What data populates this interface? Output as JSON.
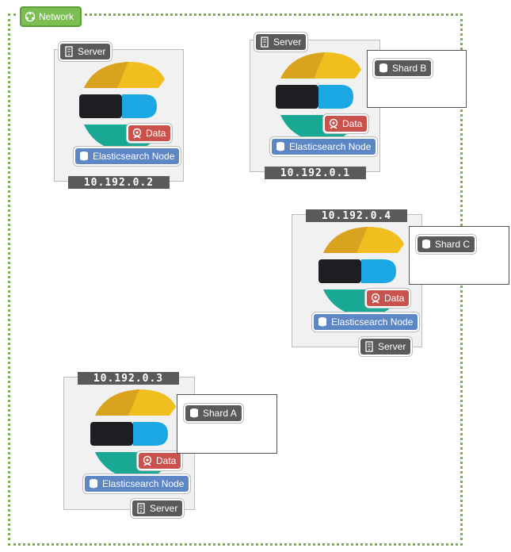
{
  "network": {
    "label": "Network",
    "icon": "network-icon"
  },
  "nodes": [
    {
      "ip": "10.192.0.2",
      "server_label": "Server",
      "role_label": "Data",
      "type_label": "Elasticsearch Node"
    },
    {
      "ip": "10.192.0.1",
      "server_label": "Server",
      "role_label": "Data",
      "type_label": "Elasticsearch Node",
      "shard": "Shard B"
    },
    {
      "ip": "10.192.0.4",
      "server_label": "Server",
      "role_label": "Data",
      "type_label": "Elasticsearch Node",
      "shard": "Shard C"
    },
    {
      "ip": "10.192.0.3",
      "server_label": "Server",
      "role_label": "Data",
      "type_label": "Elasticsearch Node",
      "shard": "Shard A"
    }
  ],
  "colors": {
    "network_green": "#7bbf52",
    "logo_yellow": "#f0be1e",
    "logo_yellow_dark": "#d9a21f",
    "logo_black": "#1e1e22",
    "logo_blue": "#1ba6e4",
    "logo_teal": "#19a894",
    "data_red": "#c9524d",
    "es_blue": "#5d86c4",
    "server_gray": "#5a5a5a"
  }
}
